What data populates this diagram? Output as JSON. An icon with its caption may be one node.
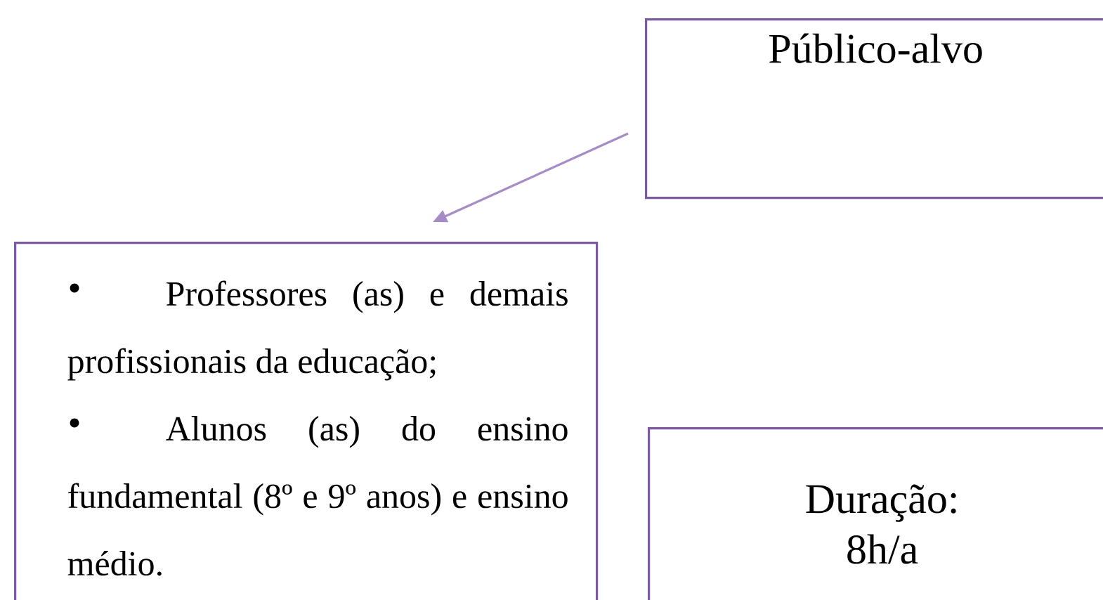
{
  "diagram": {
    "nodes": [
      {
        "text": [
          "Público-alvo"
        ]
      },
      {
        "text": [
          "Professores (as) e demais profissionais da educação;",
          "Alunos (as) do ensino fundamental (8º e 9º anos) e ensino médio."
        ]
      },
      {
        "text": [
          "Duração: 8h/a"
        ]
      }
    ],
    "edges": [
      {
        "from": 0,
        "to": 1,
        "arrow": "to"
      }
    ]
  }
}
